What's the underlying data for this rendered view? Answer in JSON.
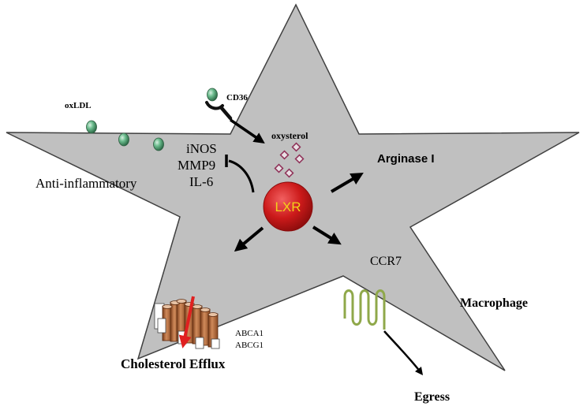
{
  "labels": {
    "oxldl": "oxLDL",
    "cd36": "CD36",
    "oxysterol": "oxysterol",
    "inos": "iNOS",
    "mmp9": "MMP9",
    "il6": "IL-6",
    "anti_inflammatory": "Anti-inflammatory",
    "lxr": "LXR",
    "arginase": "Arginase I",
    "ccr7": "CCR7",
    "macrophage": "Macrophage",
    "abca1": "ABCA1",
    "abcg1": "ABCG1",
    "cholesterol_efflux": "Cholesterol Efflux",
    "egress": "Egress"
  },
  "colors": {
    "cell_fill": "#c0c0c0",
    "cell_stroke": "#404040",
    "particle": "#5fae82",
    "lxr": "#cc1a1a",
    "lxr_text": "#f2d21a",
    "oxysterol": "#8e2f56",
    "transporter": "#b8683a",
    "efflux_arrow": "#e02020",
    "receptor_ccr7": "#8fa84a",
    "arrow": "#000000"
  },
  "icons": {
    "particle": "ldl-particle-icon",
    "receptor": "cd36-receptor-icon",
    "nucleus": "lxr-circle-icon",
    "transporter": "abc-transporter-icon",
    "gpcr": "ccr7-receptor-icon"
  }
}
